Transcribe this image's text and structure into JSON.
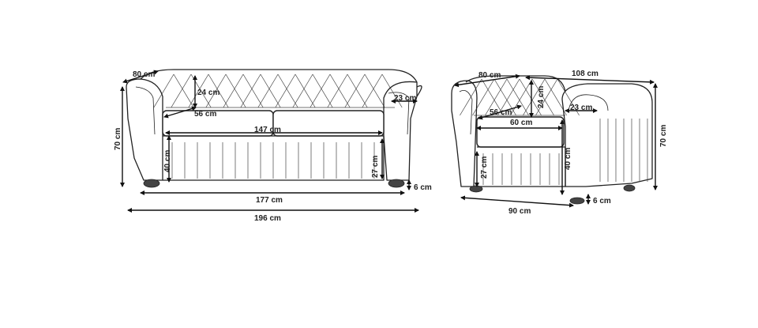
{
  "sofa": {
    "depth": "80 cm",
    "height": "70 cm",
    "back_height": "24 cm",
    "arm_width": "23 cm",
    "seat_depth": "56 cm",
    "seat_width": "147 cm",
    "seat_height": "40 cm",
    "arm_height": "27 cm",
    "leg_height": "6 cm",
    "inner_width": "177 cm",
    "total_width": "196 cm"
  },
  "armchair": {
    "depth": "80 cm",
    "width_top": "108 cm",
    "height": "70 cm",
    "back_height": "24 cm",
    "arm_width": "23 cm",
    "seat_depth": "56 cm",
    "seat_width": "60 cm",
    "seat_height": "40 cm",
    "arm_height": "27 cm",
    "leg_height": "6 cm",
    "base_width": "90 cm"
  }
}
